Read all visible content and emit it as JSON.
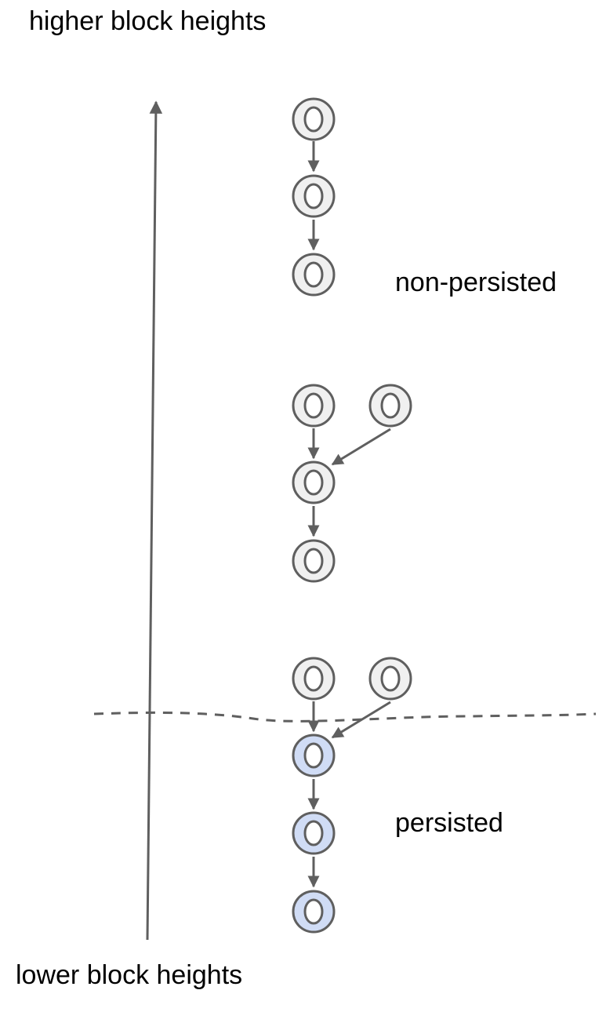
{
  "labels": {
    "top": "higher block heights",
    "bottom": "lower block heights",
    "non_persisted": "non-persisted",
    "persisted": "persisted"
  },
  "colors": {
    "stroke": "#5f5f5f",
    "non_persisted_fill": "#f0f0f0",
    "persisted_fill": "#d0dcf5",
    "text": "#000000"
  },
  "legend_states": [
    "non-persisted",
    "persisted"
  ]
}
